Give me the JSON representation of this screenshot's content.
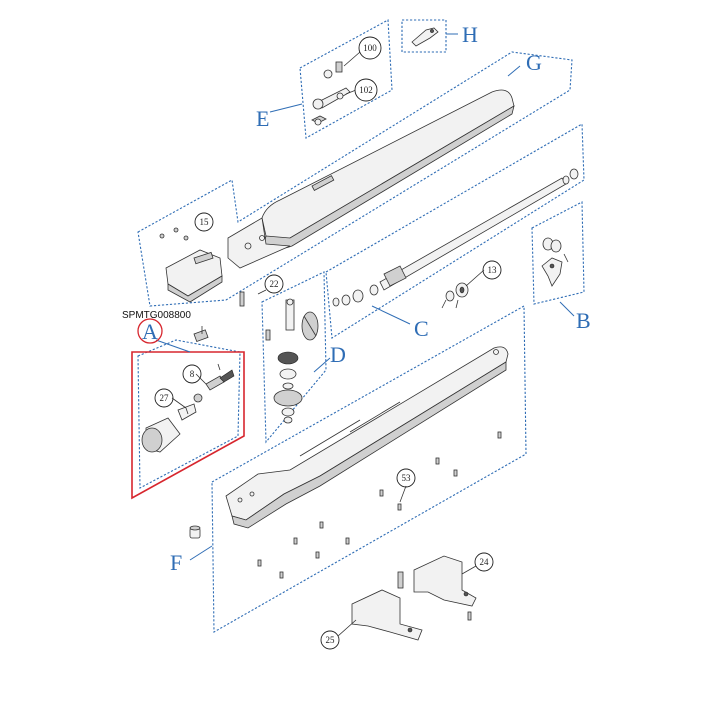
{
  "diagram": {
    "code_label": "SPMTG008800",
    "group_labels": {
      "A": "A",
      "B": "B",
      "C": "C",
      "D": "D",
      "E": "E",
      "F": "F",
      "G": "G",
      "H": "H"
    },
    "callouts": {
      "c100": "100",
      "c102": "102",
      "c15": "15",
      "c22": "22",
      "c13": "13",
      "c8": "8",
      "c27": "27",
      "c53": "53",
      "c24": "24",
      "c25": "25"
    },
    "colors": {
      "group_outline": "#2f6db5",
      "highlight": "#d7262e",
      "part_stroke": "#333333"
    }
  }
}
